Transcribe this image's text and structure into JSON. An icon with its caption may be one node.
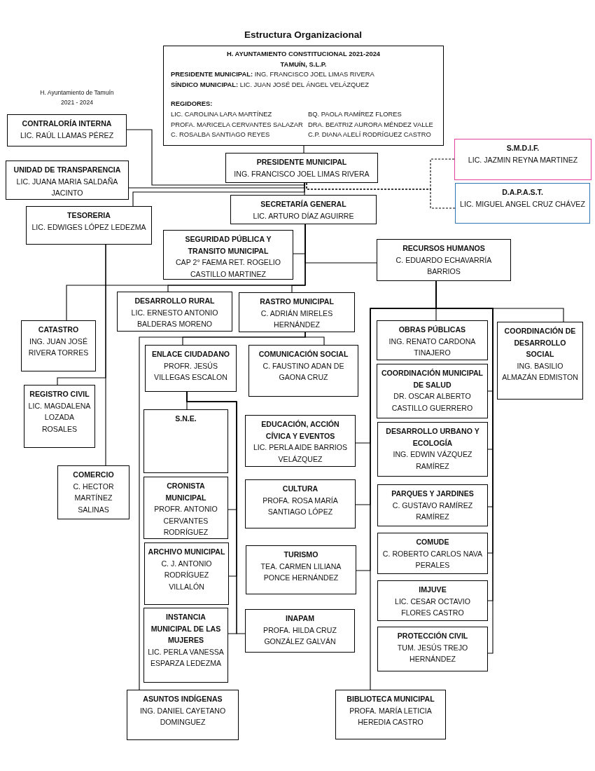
{
  "diagram": {
    "title": "Estructura Organizacional",
    "nodes": [
      {
        "text": [
          "H. AYUNTAMIENTO CONSTITUCIONAL 2021-2024 TAMUÍN, S.L.P.",
          "**PRESIDENTE MUNICIPAL:** ING. FRANCISCO JOEL LIMAS RIVERA",
          "**SÍNDICO MUNICIPAL:** LIC. JUAN JOSÉ DEL ÁNGEL VELÁZQUEZ",
          "REGIDORES:",
          "LIC. CAROLINA LARA MARTÍNEZ",
          "BQ. PAOLA RAMÍREZ FLORES",
          "PROFA. MARICELA  CERVANTES SALAZAR",
          "DRA. BEATRIZ AURORA MÉNDEZ VALLE",
          "C. ROSALBA SANTIAGO REYES",
          "C.P. DIANA ALELÍ RODRÍGUEZ CASTRO"
        ]
      },
      {
        "text": [
          "CONTRALORÍA INTERNA",
          "LIC. RAÚL LLAMAS PÉREZ"
        ]
      },
      {
        "text": [
          "UNIDAD DE TRANSPARENCIA",
          "LIC. JUANA MARIA SALDAÑA JACINTO"
        ]
      },
      {
        "text": [
          "PRESIDENTE MUNICIPAL",
          "ING. FRANCISCO JOEL LIMAS RIVERA"
        ]
      },
      {
        "text": [
          "S.M.D.I.F.",
          "LIC. JAZMIN REYNA MARTINEZ"
        ]
      },
      {
        "text": [
          "D.A.P.A.S.T.",
          "LIC. MIGUEL ANGEL CRUZ CHÁVEZ"
        ]
      },
      {
        "text": [
          "TESORERIA",
          "LIC. EDWIGES LÓPEZ LEDEZMA"
        ]
      },
      {
        "text": [
          "SECRETARÍA GENERAL",
          "LIC. ARTURO DÍAZ AGUIRRE"
        ]
      },
      {
        "text": [
          "SEGURIDAD PÚBLICA Y TRANSITO MUNICIPAL",
          "CAP 2° FAEMA RET. ROGELIO CASTILLO MARTINEZ"
        ]
      },
      {
        "text": [
          "RECURSOS HUMANOS",
          "C. EDUARDO ECHAVARRÍA BARRIOS"
        ]
      },
      {
        "text": [
          "DESARROLLO RURAL",
          "LIC. ERNESTO ANTONIO BALDERAS MORENO"
        ]
      },
      {
        "text": [
          "RASTRO MUNICIPAL",
          "C. ADRIÁN MIRELES HERNÁNDEZ"
        ]
      },
      {
        "text": [
          "CATASTRO",
          "ING. JUAN JOSÉ RIVERA TORRES"
        ]
      },
      {
        "text": [
          "ENLACE CIUDADANO",
          "PROFR. JESÚS VILLEGAS ESCALON"
        ]
      },
      {
        "text": [
          "COMUNICACIÓN SOCIAL",
          "C. FAUSTINO ADAN DE GAONA CRUZ"
        ]
      },
      {
        "text": [
          "OBRAS PÚBLICAS",
          "ING. RENATO CARDONA TINAJERO"
        ]
      },
      {
        "text": [
          "COORDINACIÓN DE DESARROLLO SOCIAL",
          "ING. BASILIO ALMAZÁN EDMISTON"
        ]
      },
      {
        "text": [
          "COORDINACIÓN MUNICIPAL DE SALUD",
          "DR. OSCAR ALBERTO CASTILLO GUERRERO"
        ]
      },
      {
        "text": [
          "REGISTRO CIVIL",
          "LIC. MAGDALENA LOZADA ROSALES"
        ]
      },
      {
        "text": [
          "S.N.E."
        ]
      },
      {
        "text": [
          "EDUCACIÓN, ACCIÓN CÍVICA Y EVENTOS",
          "LIC. PERLA AIDE BARRIOS VELÁZQUEZ"
        ]
      },
      {
        "text": [
          "DESARROLLO URBANO Y ECOLOGÍA",
          "ING. EDWIN VÁZQUEZ RAMÍREZ"
        ]
      },
      {
        "text": [
          "COMERCIO",
          "C. HECTOR MARTÍNEZ SALINAS"
        ]
      },
      {
        "text": [
          "CRONISTA MUNICIPAL",
          "PROFR. ANTONIO CERVANTES RODRÍGUEZ"
        ]
      },
      {
        "text": [
          "CULTURA",
          "PROFA. ROSA MARÍA SANTIAGO LÓPEZ"
        ]
      },
      {
        "text": [
          "PARQUES Y JARDINES",
          "C. GUSTAVO RAMÍREZ RAMÍREZ"
        ]
      },
      {
        "text": [
          "ARCHIVO MUNICIPAL",
          "C. J. ANTONIO RODRÍGUEZ VILLALÓN"
        ]
      },
      {
        "text": [
          "TURISMO",
          "TEA. CARMEN LILIANA PONCE HERNÁNDEZ"
        ]
      },
      {
        "text": [
          "COMUDE",
          "C. ROBERTO CARLOS NAVA PERALES"
        ]
      },
      {
        "text": [
          "INSTANCIA MUNICIPAL DE LAS MUJERES",
          "LIC. PERLA VANESSA ESPARZA LEDEZMA"
        ]
      },
      {
        "text": [
          "INAPAM",
          "PROFA. HILDA CRUZ GONZÁLEZ GALVÁN"
        ]
      },
      {
        "text": [
          "IMJUVE",
          "LIC. CESAR OCTAVIO FLORES CASTRO"
        ]
      },
      {
        "text": [
          "PROTECCIÓN CIVIL",
          "TUM. JESÚS TREJO HERNÁNDEZ"
        ]
      },
      {
        "text": [
          "ASUNTOS INDÍGENAS",
          "ING. DANIEL CAYETANO DOMINGUEZ"
        ]
      },
      {
        "text": [
          "BIBLIOTECA MUNICIPAL",
          "PROFA. MARÍA LETICIA HEREDIA CASTRO"
        ]
      }
    ],
    "edges": [
      {
        "from": 0,
        "to": 3,
        "arrow": "none"
      },
      {
        "from": 3,
        "to": 7,
        "arrow": "none"
      },
      {
        "from": 3,
        "to": 1,
        "arrow": "none"
      },
      {
        "from": 3,
        "to": 2,
        "arrow": "none"
      },
      {
        "from": 3,
        "to": 6,
        "arrow": "none"
      },
      {
        "from": 3,
        "to": 4,
        "arrow": "none",
        "style": "dashed"
      },
      {
        "from": 3,
        "to": 5,
        "arrow": "none",
        "style": "dashed"
      },
      {
        "from": 7,
        "to": 8,
        "arrow": "none"
      },
      {
        "from": 7,
        "to": 9,
        "arrow": "none"
      },
      {
        "from": 7,
        "to": 12,
        "arrow": "none"
      },
      {
        "from": 7,
        "to": 10,
        "arrow": "none"
      },
      {
        "from": 7,
        "to": 11,
        "arrow": "none"
      },
      {
        "from": 6,
        "to": 18,
        "arrow": "none"
      },
      {
        "from": 6,
        "to": 22,
        "arrow": "none"
      },
      {
        "from": 11,
        "to": 13,
        "arrow": "none"
      },
      {
        "from": 11,
        "to": 14,
        "arrow": "none"
      },
      {
        "from": 11,
        "to": 33,
        "arrow": "none"
      },
      {
        "from": 13,
        "to": 19,
        "arrow": "none"
      },
      {
        "from": 13,
        "to": 23,
        "arrow": "none"
      },
      {
        "from": 13,
        "to": 26,
        "arrow": "none"
      },
      {
        "from": 13,
        "to": 29,
        "arrow": "none"
      },
      {
        "from": 13,
        "to": 30,
        "arrow": "none"
      },
      {
        "from": 9,
        "to": 15,
        "arrow": "none"
      },
      {
        "from": 9,
        "to": 16,
        "arrow": "none"
      },
      {
        "from": 9,
        "to": 17,
        "arrow": "none"
      },
      {
        "from": 9,
        "to": 21,
        "arrow": "none"
      },
      {
        "from": 9,
        "to": 25,
        "arrow": "none"
      },
      {
        "from": 9,
        "to": 28,
        "arrow": "none"
      },
      {
        "from": 9,
        "to": 31,
        "arrow": "none"
      },
      {
        "from": 9,
        "to": 32,
        "arrow": "none"
      },
      {
        "from": 9,
        "to": 20,
        "arrow": "none"
      },
      {
        "from": 9,
        "to": 24,
        "arrow": "none"
      },
      {
        "from": 9,
        "to": 27,
        "arrow": "none"
      },
      {
        "from": 9,
        "to": 34,
        "arrow": "none"
      }
    ],
    "labels": [
      "H. Ayuntamiento de Tamuín 2021 - 2024"
    ]
  }
}
